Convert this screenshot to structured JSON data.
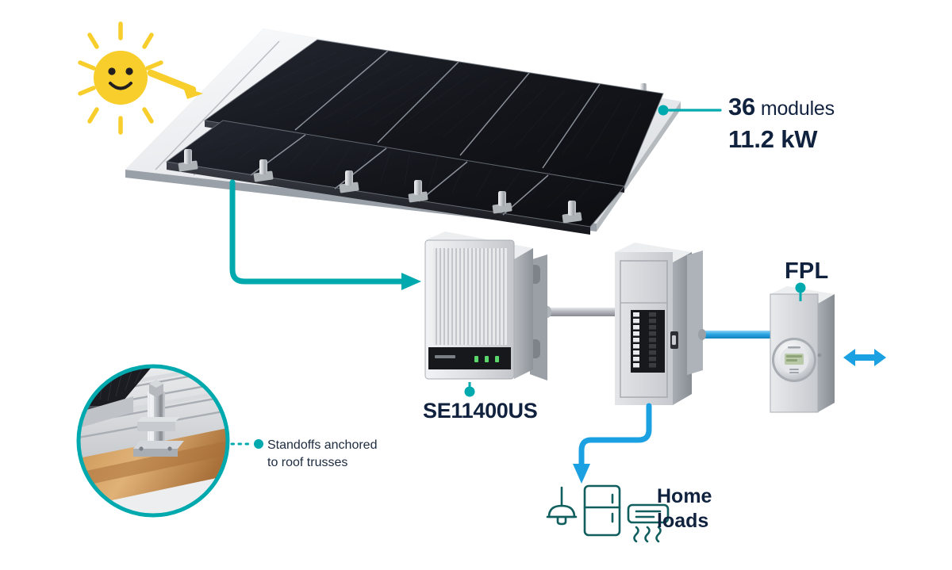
{
  "diagram": {
    "title": "Residential solar PV system diagram",
    "background": "#ffffff"
  },
  "colors": {
    "teal": "#00A9AD",
    "teal_dark": "#0E8F92",
    "blue": "#1BA1E2",
    "blue_dark": "#0E86C6",
    "navy_text": "#11223F",
    "sun_yellow": "#F7CE2B",
    "icon_teal": "#115E5E",
    "panel_dark": "#1A1C22",
    "metal_light": "#E9EAEC",
    "metal_mid": "#C9CCD1",
    "metal_dark": "#9DA2A8"
  },
  "callouts": {
    "modules_count": "36",
    "modules_unit": "modules",
    "system_size": "11.2 kW",
    "inverter_model": "SE11400US",
    "utility": "FPL",
    "home_loads_line1": "Home",
    "home_loads_line2": "loads",
    "standoff_line1": "Standoffs anchored",
    "standoff_line2": "to roof trusses"
  },
  "array": {
    "columns": 5,
    "rows": 2,
    "module_count_visible": 10,
    "standoff_feet": 9,
    "roof_rib_count": 12
  },
  "breaker_panel": {
    "breaker_columns": 2,
    "breaker_rows": 9
  },
  "meter": {
    "display_label": "",
    "dial_type": "circular-glass-dome"
  },
  "icons": {
    "sun": "sun-smiling-icon",
    "sun_arrow": "sun-ray-arrow-icon",
    "lamp": "pendant-lamp-icon",
    "fridge": "refrigerator-icon",
    "ac": "air-conditioner-icon",
    "grid_arrow": "bidirectional-grid-arrow-icon"
  },
  "flows": [
    {
      "name": "array-to-inverter",
      "from": "solar-array",
      "to": "inverter",
      "color": "#00A9AD",
      "direction": "one-way"
    },
    {
      "name": "inverter-to-breaker-panel",
      "from": "inverter",
      "to": "breaker-panel",
      "color": "#B8BCC2",
      "direction": "conduit"
    },
    {
      "name": "breaker-panel-to-meter",
      "from": "breaker-panel",
      "to": "utility-meter",
      "color": "#1BA1E2",
      "direction": "conduit"
    },
    {
      "name": "breaker-panel-to-home-loads",
      "from": "breaker-panel",
      "to": "home-loads",
      "color": "#1BA1E2",
      "direction": "one-way"
    },
    {
      "name": "meter-to-grid",
      "from": "utility-meter",
      "to": "grid",
      "color": "#1BA1E2",
      "direction": "two-way"
    }
  ]
}
